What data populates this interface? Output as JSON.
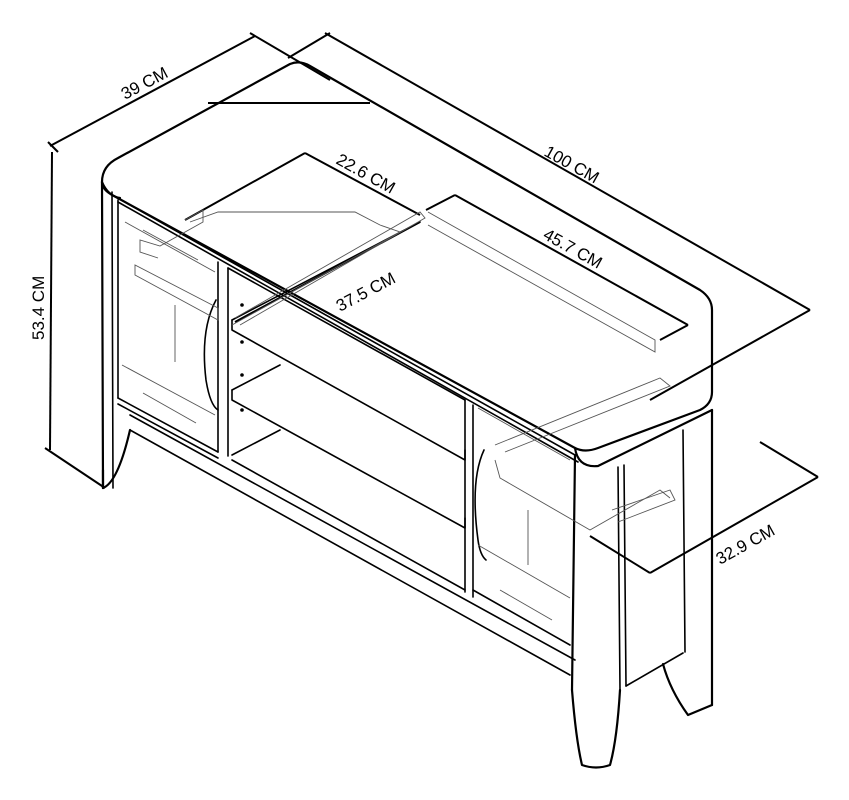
{
  "diagram": {
    "subject": "TV cabinet / entertainment unit technical drawing",
    "style": "isometric line drawing",
    "colors": {
      "line": "#000000",
      "background": "#ffffff",
      "hidden_line": "#555555"
    },
    "dimensions": {
      "depth": "39 CM",
      "width": "100 CM",
      "height": "53.4 CM",
      "inner_depth": "22.6 CM",
      "inner_width": "45.7 CM",
      "shelf_height": "37.5 CM",
      "side_depth": "32.9 CM"
    }
  }
}
